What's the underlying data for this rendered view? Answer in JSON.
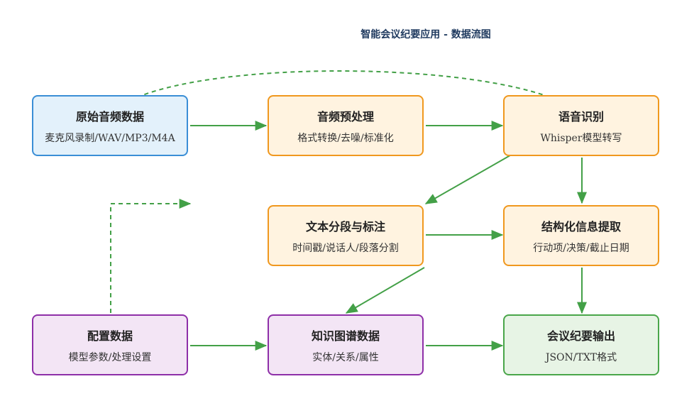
{
  "title": "智能会议纪要应用 - 数据流图",
  "nodes": {
    "raw_audio": {
      "title": "原始音频数据",
      "subtitle": "麦克风录制/WAV/MP3/M4A"
    },
    "preprocess": {
      "title": "音频预处理",
      "subtitle": "格式转换/去噪/标准化"
    },
    "asr": {
      "title": "语音识别",
      "subtitle": "Whisper模型转写"
    },
    "segment": {
      "title": "文本分段与标注",
      "subtitle": "时间戳/说话人/段落分割"
    },
    "extract": {
      "title": "结构化信息提取",
      "subtitle": "行动项/决策/截止日期"
    },
    "config": {
      "title": "配置数据",
      "subtitle": "模型参数/处理设置"
    },
    "kg": {
      "title": "知识图谱数据",
      "subtitle": "实体/关系/属性"
    },
    "output": {
      "title": "会议纪要输出",
      "subtitle": "JSON/TXT格式"
    }
  },
  "colors": {
    "arrow": "#43a047",
    "input": "#3a8ed6",
    "process": "#f0981e",
    "data": "#8e2fa8",
    "output": "#4aa64a"
  }
}
